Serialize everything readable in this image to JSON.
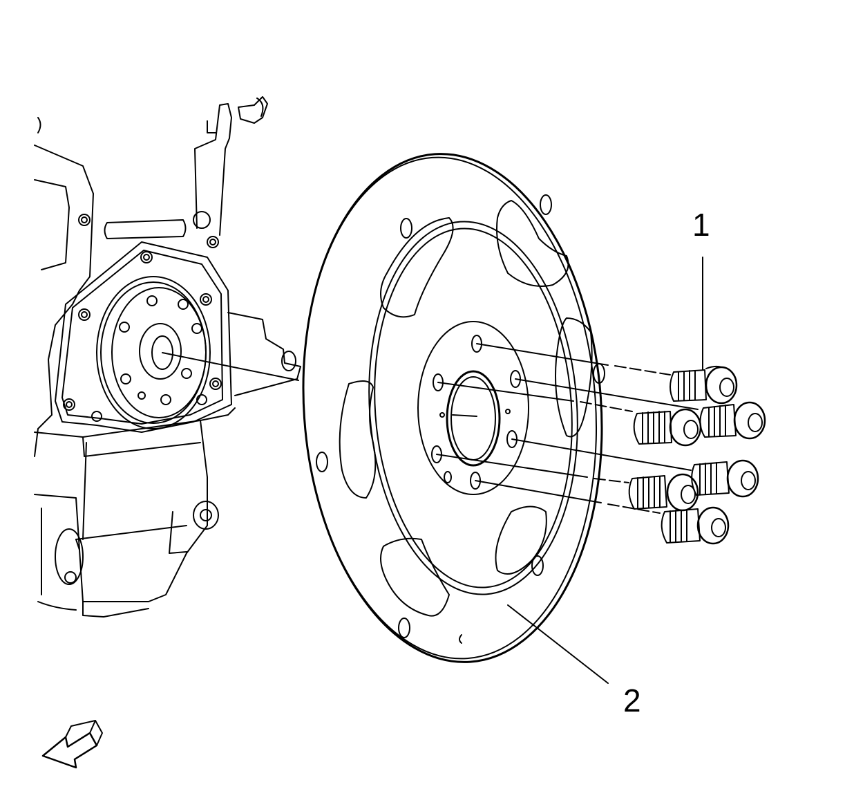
{
  "callouts": [
    {
      "label": "1",
      "part": "flexplate-bolts"
    },
    {
      "label": "2",
      "part": "flexplate"
    }
  ],
  "colors": {
    "line": "#000000",
    "background": "#ffffff"
  },
  "icons": [
    "view-direction-arrow-icon"
  ]
}
